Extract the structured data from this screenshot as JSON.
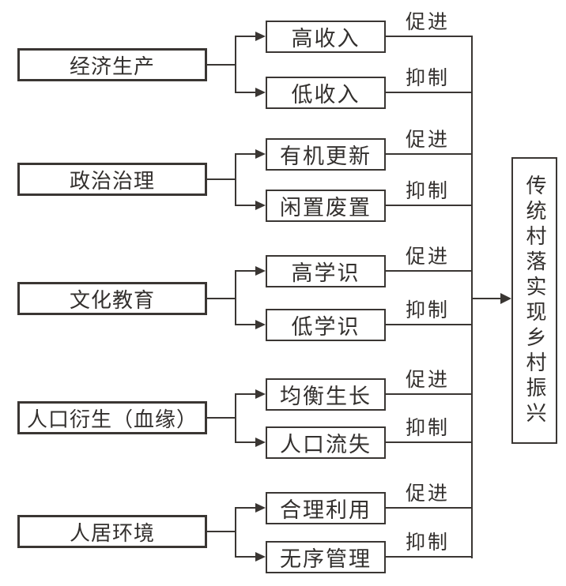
{
  "diagram": {
    "type": "influence-flowchart",
    "goal": {
      "text": "传统村落实现乡村振兴"
    },
    "labels": {
      "promote": "促进",
      "inhibit": "抑制"
    },
    "groups": [
      {
        "source": "经济生产",
        "positive": "高收入",
        "negative": "低收入"
      },
      {
        "source": "政治治理",
        "positive": "有机更新",
        "negative": "闲置废置"
      },
      {
        "source": "文化教育",
        "positive": "高学识",
        "negative": "低学识"
      },
      {
        "source": "人口衍生（血缘）",
        "positive": "均衡生长",
        "negative": "人口流失"
      },
      {
        "source": "人居环境",
        "positive": "合理利用",
        "negative": "无序管理"
      }
    ],
    "colors": {
      "line": "#3a3633",
      "text": "#33302e",
      "background": "#ffffff"
    }
  }
}
